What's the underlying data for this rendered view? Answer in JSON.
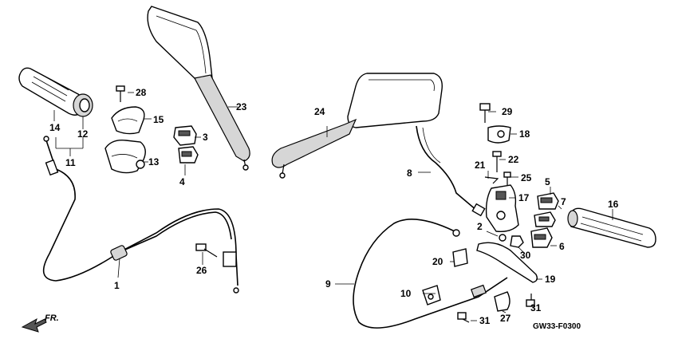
{
  "diagram": {
    "figure_code": "GW33-F0300",
    "direction_label": "FR.",
    "parts": [
      {
        "id": "p1",
        "label": "1"
      },
      {
        "id": "p2",
        "label": "2"
      },
      {
        "id": "p3",
        "label": "3"
      },
      {
        "id": "p4",
        "label": "4"
      },
      {
        "id": "p5",
        "label": "5"
      },
      {
        "id": "p6",
        "label": "6"
      },
      {
        "id": "p7",
        "label": "7"
      },
      {
        "id": "p8",
        "label": "8"
      },
      {
        "id": "p9",
        "label": "9"
      },
      {
        "id": "p10",
        "label": "10"
      },
      {
        "id": "p11",
        "label": "11"
      },
      {
        "id": "p12",
        "label": "12"
      },
      {
        "id": "p13",
        "label": "13"
      },
      {
        "id": "p14",
        "label": "14"
      },
      {
        "id": "p15",
        "label": "15"
      },
      {
        "id": "p16",
        "label": "16"
      },
      {
        "id": "p17",
        "label": "17"
      },
      {
        "id": "p18",
        "label": "18"
      },
      {
        "id": "p19",
        "label": "19"
      },
      {
        "id": "p20",
        "label": "20"
      },
      {
        "id": "p21",
        "label": "21"
      },
      {
        "id": "p22",
        "label": "22"
      },
      {
        "id": "p23",
        "label": "23"
      },
      {
        "id": "p24",
        "label": "24"
      },
      {
        "id": "p25",
        "label": "25"
      },
      {
        "id": "p26",
        "label": "26"
      },
      {
        "id": "p27",
        "label": "27"
      },
      {
        "id": "p28",
        "label": "28"
      },
      {
        "id": "p29",
        "label": "29"
      },
      {
        "id": "p30",
        "label": "30"
      },
      {
        "id": "p31a",
        "label": "31"
      },
      {
        "id": "p31b",
        "label": "31"
      }
    ]
  }
}
